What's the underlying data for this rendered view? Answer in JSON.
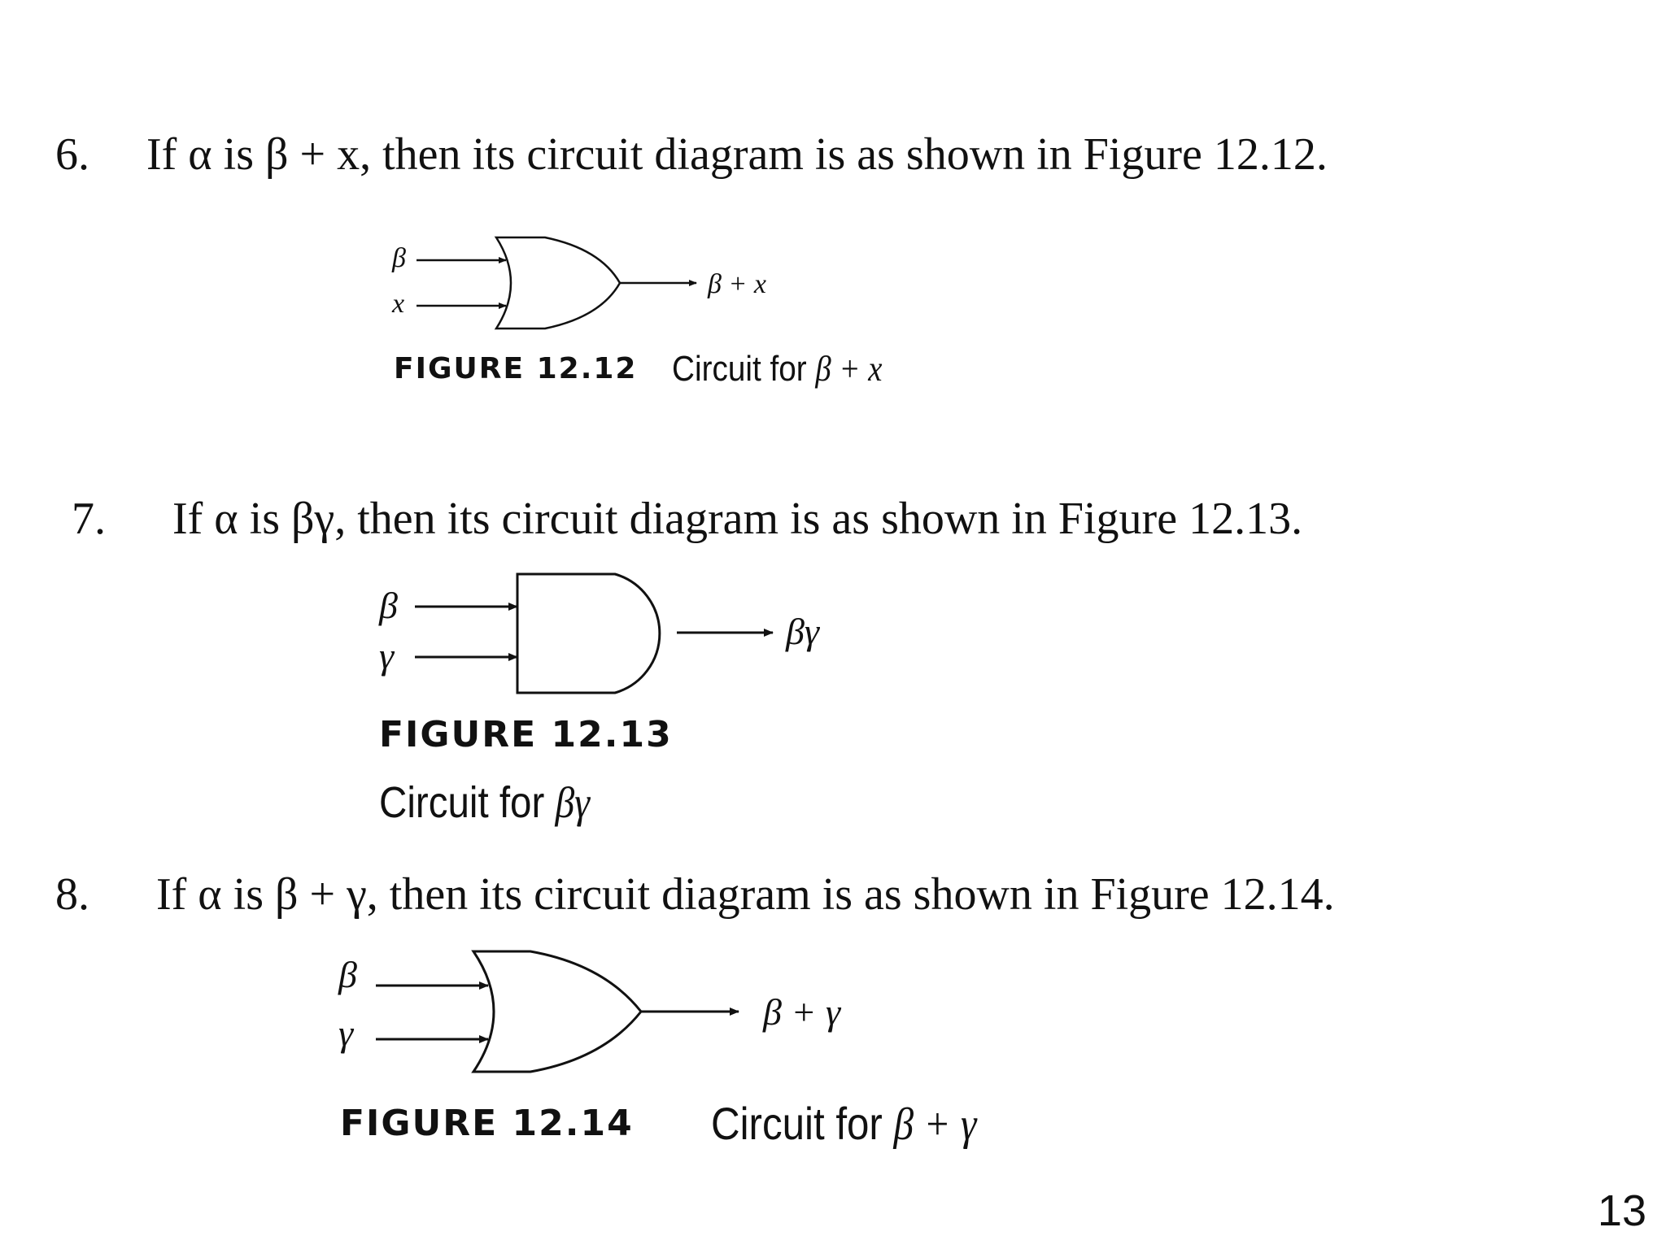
{
  "items": [
    {
      "number": "6.",
      "text": "If α is β + x, then its circuit diagram is as shown in Figure 12.12.",
      "figure": {
        "label": "FIGURE 12.12",
        "caption_prefix": "Circuit for",
        "caption_math": "β + x",
        "gate": "or",
        "inputs": [
          "β",
          "x"
        ],
        "output": "β + x"
      }
    },
    {
      "number": "7.",
      "text": "If α is βγ, then its circuit diagram is as shown in Figure 12.13.",
      "figure": {
        "label": "FIGURE 12.13",
        "caption_prefix": "Circuit for",
        "caption_math": "βγ",
        "gate": "and",
        "inputs": [
          "β",
          "γ"
        ],
        "output": "βγ"
      }
    },
    {
      "number": "8.",
      "text": "If α is β + γ, then its circuit diagram is as shown in Figure 12.14.",
      "figure": {
        "label": "FIGURE 12.14",
        "caption_prefix": "Circuit for",
        "caption_math": "β + γ",
        "gate": "or",
        "inputs": [
          "β",
          "γ"
        ],
        "output": "β + γ"
      }
    }
  ],
  "page_number": "13"
}
